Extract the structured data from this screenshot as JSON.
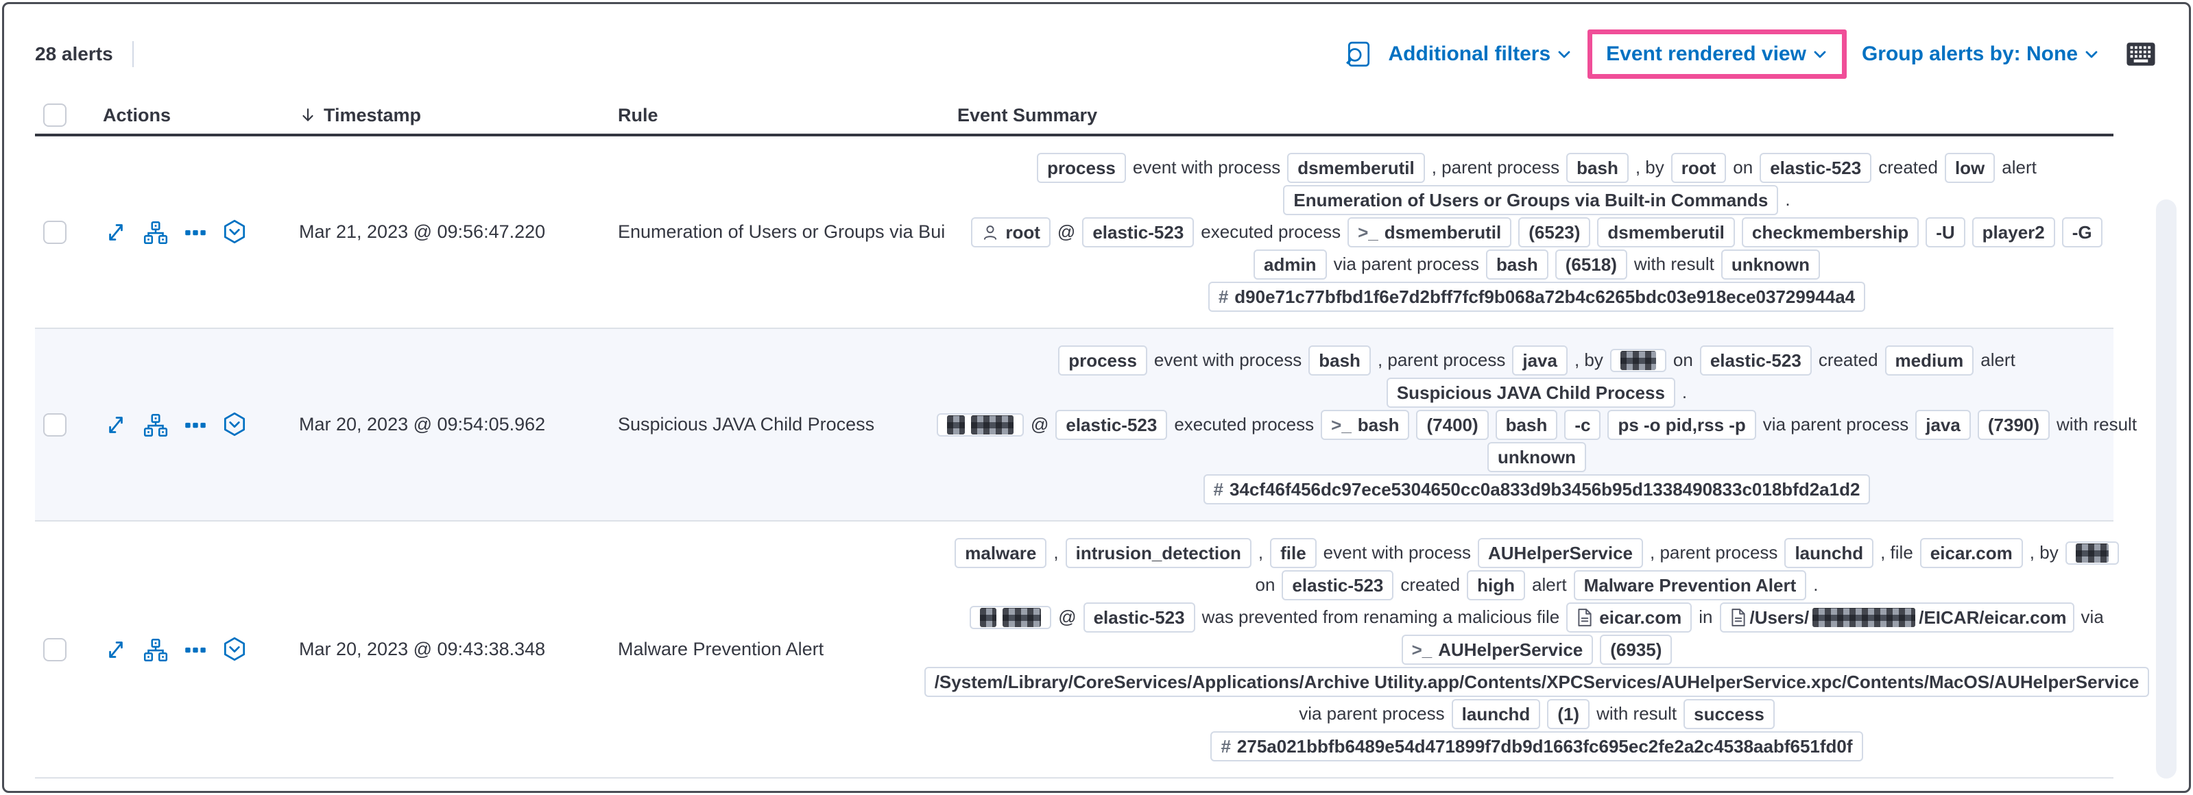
{
  "toolbar": {
    "alert_count_label": "28 alerts",
    "additional_filters_label": "Additional filters",
    "view_selector_label": "Event rendered view",
    "group_alerts_label": "Group alerts by: None",
    "icons": {
      "inspect": "inspect-icon",
      "keyboard": "keyboard-icon"
    },
    "colors": {
      "link_blue": "#0071c2",
      "highlight_pink": "#f04e98"
    }
  },
  "table": {
    "columns": [
      "Actions",
      "Timestamp",
      "Rule",
      "Event Summary"
    ],
    "sort": {
      "column": "Timestamp",
      "direction": "desc"
    },
    "action_icons": [
      "expand",
      "analyze-event",
      "more-actions",
      "session-view"
    ],
    "rows": [
      {
        "timestamp": "Mar 21, 2023 @ 09:56:47.220",
        "rule": "Enumeration of Users or Groups via Bui",
        "shaded": false,
        "summary": [
          [
            {
              "b": "process"
            },
            {
              "t": "event with process"
            },
            {
              "b": "dsmemberutil"
            },
            {
              "t": ", parent process"
            },
            {
              "b": "bash"
            },
            {
              "t": ", by"
            },
            {
              "b": "root"
            },
            {
              "t": "on"
            },
            {
              "b": "elastic-523"
            },
            {
              "t": "created"
            },
            {
              "b": "low"
            },
            {
              "t": "alert"
            }
          ],
          [
            {
              "b": "Enumeration of Users or Groups via Built-in Commands"
            },
            {
              "t": "."
            }
          ],
          [
            {
              "b": "root",
              "icon": "user"
            },
            {
              "t": "@"
            },
            {
              "b": "elastic-523"
            },
            {
              "t": "executed process"
            },
            {
              "b": "dsmemberutil",
              "icon": "terminal"
            },
            {
              "b": "(6523)"
            },
            {
              "b": "dsmemberutil"
            },
            {
              "b": "checkmembership"
            },
            {
              "b": "-U"
            },
            {
              "b": "player2"
            },
            {
              "b": "-G"
            }
          ],
          [
            {
              "b": "admin"
            },
            {
              "t": "via parent process"
            },
            {
              "b": "bash"
            },
            {
              "b": "(6518)"
            },
            {
              "t": "with result"
            },
            {
              "b": "unknown"
            }
          ],
          [
            {
              "b": "d90e71c77bfbd1f6e7d2bff7fcf9b068a72b4c6265bdc03e918ece03729944a4",
              "icon": "hash"
            }
          ]
        ]
      },
      {
        "timestamp": "Mar 20, 2023 @ 09:54:05.962",
        "rule": "Suspicious JAVA Child Process",
        "shaded": true,
        "summary": [
          [
            {
              "b": "process"
            },
            {
              "t": "event with process"
            },
            {
              "b": "bash"
            },
            {
              "t": ", parent process"
            },
            {
              "b": "java"
            },
            {
              "t": ", by"
            },
            {
              "parts": [
                {
                  "redact": 52
                }
              ]
            },
            {
              "t": "on"
            },
            {
              "b": "elastic-523"
            },
            {
              "t": "created"
            },
            {
              "b": "medium"
            },
            {
              "t": "alert"
            }
          ],
          [
            {
              "b": "Suspicious JAVA Child Process"
            },
            {
              "t": "."
            }
          ],
          [
            {
              "parts": [
                {
                  "redact": 26
                },
                {
                  "redact": 62
                }
              ]
            },
            {
              "t": "@"
            },
            {
              "b": "elastic-523"
            },
            {
              "t": "executed process"
            },
            {
              "b": "bash",
              "icon": "terminal"
            },
            {
              "b": "(7400)"
            },
            {
              "b": "bash"
            },
            {
              "b": "-c"
            },
            {
              "b": "ps -o pid,rss -p"
            },
            {
              "t": "via parent process"
            },
            {
              "b": "java"
            },
            {
              "b": "(7390)"
            },
            {
              "t": "with result"
            }
          ],
          [
            {
              "b": "unknown"
            }
          ],
          [
            {
              "b": "34cf46f456dc97ece5304650cc0a833d9b3456b95d1338490833c018bfd2a1d2",
              "icon": "hash"
            }
          ]
        ]
      },
      {
        "timestamp": "Mar 20, 2023 @ 09:43:38.348",
        "rule": "Malware Prevention Alert",
        "shaded": false,
        "summary": [
          [
            {
              "b": "malware"
            },
            {
              "t": ","
            },
            {
              "b": "intrusion_detection"
            },
            {
              "t": ","
            },
            {
              "b": "file"
            },
            {
              "t": "event with process"
            },
            {
              "b": "AUHelperService"
            },
            {
              "t": ", parent process"
            },
            {
              "b": "launchd"
            },
            {
              "t": ", file"
            },
            {
              "b": "eicar.com"
            },
            {
              "t": ", by"
            },
            {
              "parts": [
                {
                  "redact": 48
                }
              ]
            }
          ],
          [
            {
              "t": "on"
            },
            {
              "b": "elastic-523"
            },
            {
              "t": "created"
            },
            {
              "b": "high"
            },
            {
              "t": "alert"
            },
            {
              "b": "Malware Prevention Alert"
            },
            {
              "t": "."
            }
          ],
          [
            {
              "parts": [
                {
                  "redact": 24
                },
                {
                  "redact": 56
                }
              ]
            },
            {
              "t": "@"
            },
            {
              "b": "elastic-523"
            },
            {
              "t": "was prevented from renaming a malicious file"
            },
            {
              "b": "eicar.com",
              "icon": "document"
            },
            {
              "t": "in"
            },
            {
              "icon": "document",
              "parts": [
                {
                  "text": "/Users/"
                },
                {
                  "redact": 150
                },
                {
                  "text": "/EICAR/eicar.com"
                }
              ]
            },
            {
              "t": "via"
            }
          ],
          [
            {
              "b": "AUHelperService",
              "icon": "terminal"
            },
            {
              "b": "(6935)"
            }
          ],
          [
            {
              "b": "/System/Library/CoreServices/Applications/Archive Utility.app/Contents/XPCServices/AUHelperService.xpc/Contents/MacOS/AUHelperService"
            }
          ],
          [
            {
              "t": "via parent process"
            },
            {
              "b": "launchd"
            },
            {
              "b": "(1)"
            },
            {
              "t": "with result"
            },
            {
              "b": "success"
            }
          ],
          [
            {
              "b": "275a021bbfb6489e54d471899f7db9d1663fc695ec2fe2a2c4538aabf651fd0f",
              "icon": "hash"
            }
          ]
        ]
      }
    ]
  }
}
